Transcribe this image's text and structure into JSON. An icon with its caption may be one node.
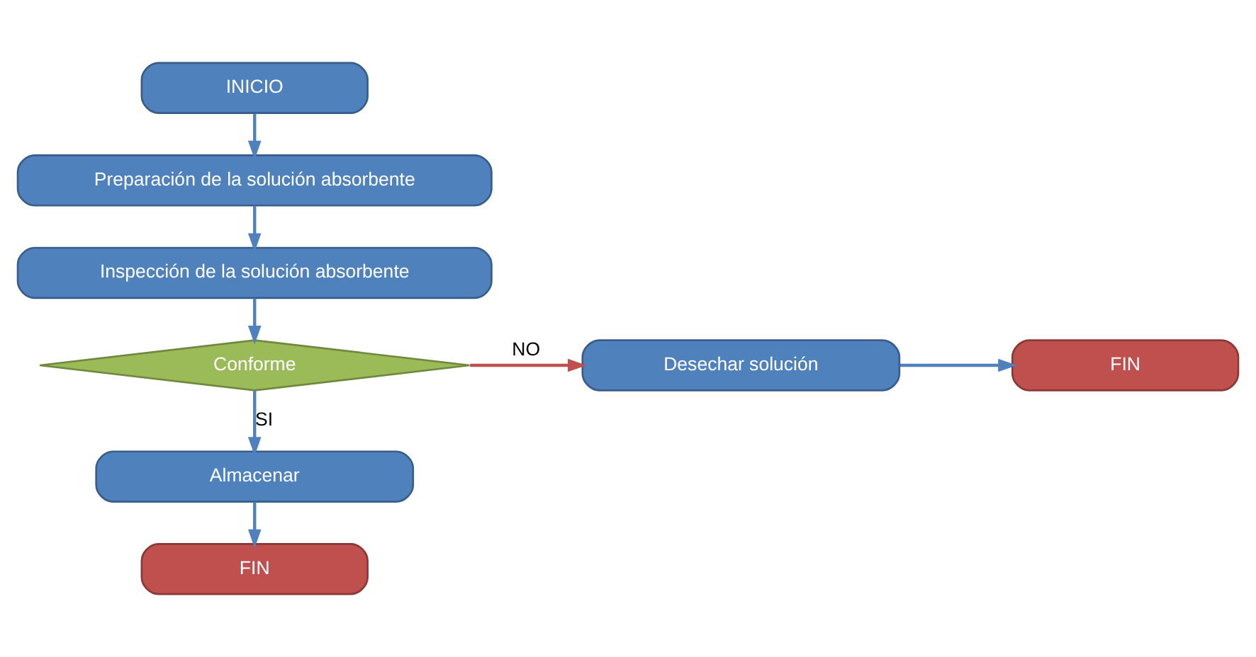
{
  "diagram": {
    "nodes": [
      {
        "text": [
          "INICIO"
        ]
      },
      {
        "text": [
          "Preparación de la solución absorbente"
        ]
      },
      {
        "text": [
          "Inspección de la solución absorbente"
        ]
      },
      {
        "text": [
          "Conforme"
        ]
      },
      {
        "text": [
          "Desechar solución"
        ]
      },
      {
        "text": [
          "FIN"
        ]
      },
      {
        "text": [
          "Almacenar"
        ]
      },
      {
        "text": [
          "FIN"
        ]
      }
    ],
    "edges": [
      {
        "from": 0,
        "to": 1,
        "arrow": "to"
      },
      {
        "from": 1,
        "to": 2,
        "arrow": "to"
      },
      {
        "from": 2,
        "to": 3,
        "arrow": "to"
      },
      {
        "from": 3,
        "to": 4,
        "arrow": "to",
        "label": "NO",
        "color": "#c0504d"
      },
      {
        "from": 4,
        "to": 5,
        "arrow": "to"
      },
      {
        "from": 3,
        "to": 6,
        "arrow": "to",
        "label": "SI"
      },
      {
        "from": 6,
        "to": 7,
        "arrow": "to"
      }
    ]
  }
}
